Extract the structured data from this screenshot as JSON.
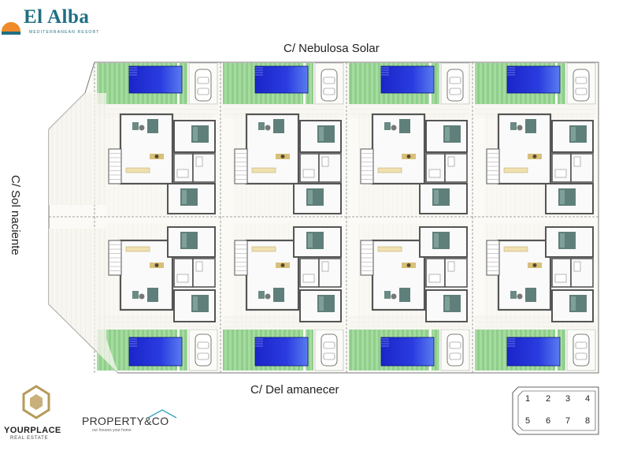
{
  "brand": {
    "name": "El Alba",
    "subtitle": "MEDITERRANEAN RESORT"
  },
  "streets": {
    "top": "C/ Nebulosa Solar",
    "bottom": "C/ Del amanecer",
    "left": "C/ Sol naciente"
  },
  "logos": {
    "yourplace": "YOURPLACE",
    "yourplace_sub": "REAL ESTATE",
    "property": "PROPERTY&CO",
    "property_sub": "our houses your home"
  },
  "plot_key": {
    "numbers": [
      "1",
      "2",
      "3",
      "4",
      "5",
      "6",
      "7",
      "8"
    ]
  },
  "colors": {
    "grass": "#9fd69a",
    "grass_dark": "#7fc47a",
    "pool": "#2433d6",
    "wall": "#555555",
    "bed": "#5f7f7a",
    "furniture": "#d8c07a"
  }
}
